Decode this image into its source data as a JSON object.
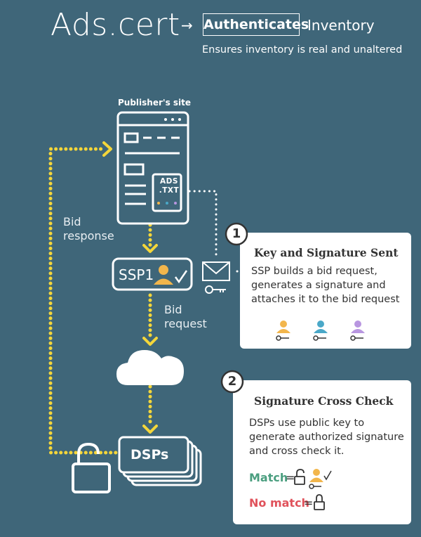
{
  "header": {
    "title": "Ads.cert",
    "arrow": "→",
    "highlight": "Authenticates",
    "inventory": "Inventory",
    "subtitle": "Ensures inventory is real and unaltered"
  },
  "diagram": {
    "publisher_label": "Publisher's site",
    "ads_txt_label": "ADS\n.TXT",
    "ssp_label": "SSP1",
    "dsp_label": "DSPs",
    "bid_response_label": "Bid\nresponse",
    "bid_request_label": "Bid\nrequest"
  },
  "step1": {
    "number": "1",
    "title": "Key and Signature Sent",
    "body": "SSP builds a bid request, generates a signature and attaches it to the bid request"
  },
  "step2": {
    "number": "2",
    "title": "Signature Cross Check",
    "body": "DSPs use public key to generate authorized signature and cross check it.",
    "match_label": "Match",
    "match_eq": "=",
    "nomatch_label": "No match",
    "nomatch_eq": "="
  },
  "colors": {
    "background": "#3f6679",
    "dotted_line": "#f4d63a",
    "person_orange": "#f2b64c",
    "person_teal": "#4aa8c8",
    "person_purple": "#b896e0",
    "match": "#4a9e7f",
    "nomatch": "#e0525b"
  }
}
